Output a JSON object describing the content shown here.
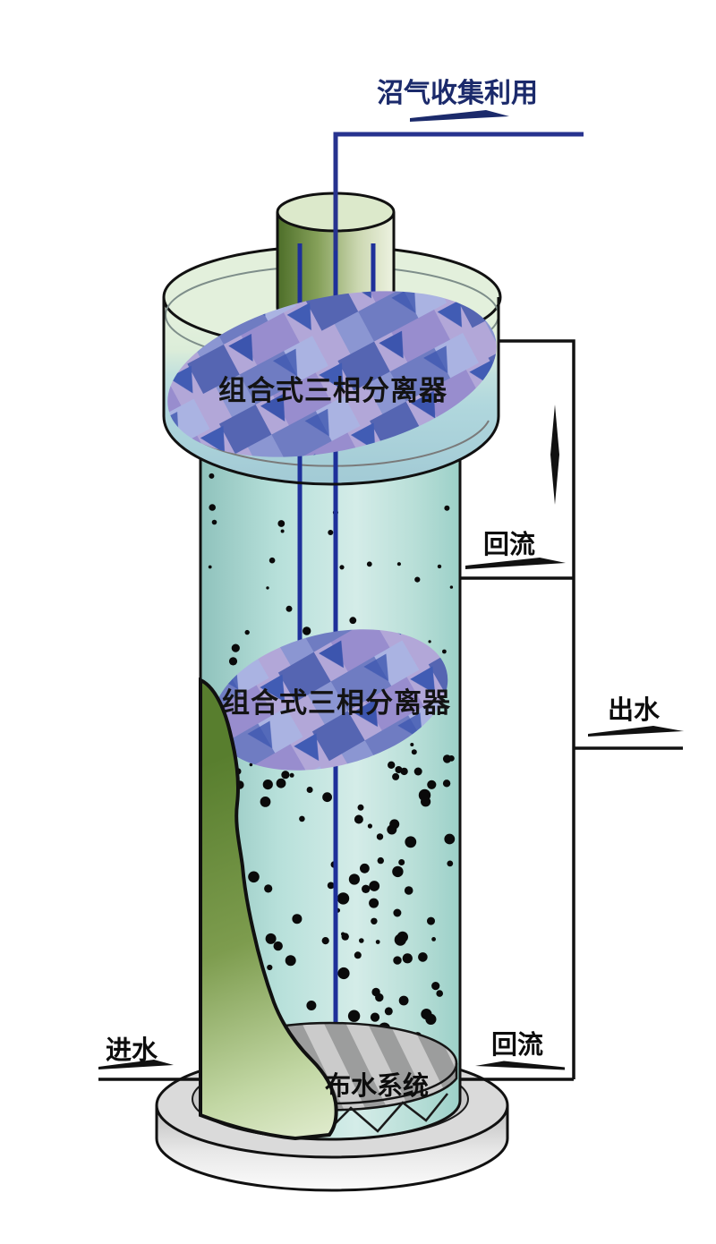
{
  "labels": {
    "biogas": "沼气收集利用",
    "separator_upper": "组合式三相分离器",
    "separator_middle": "组合式三相分离器",
    "reflux_top": "回流",
    "effluent": "出水",
    "reflux_bottom": "回流",
    "influent": "进水",
    "distributor": "布水系统"
  },
  "colors": {
    "label_navy": "#1b2a6b",
    "pipe_navy": "#27338f",
    "line_black": "#111111",
    "column_teal": "#b7e0da",
    "plate_lavender": "#b2a7d8",
    "plate_blue": "#5565b2",
    "wall_green": "#587e2e",
    "distributor_gray": "#c9c9c9",
    "base_gray": "#dadada"
  }
}
